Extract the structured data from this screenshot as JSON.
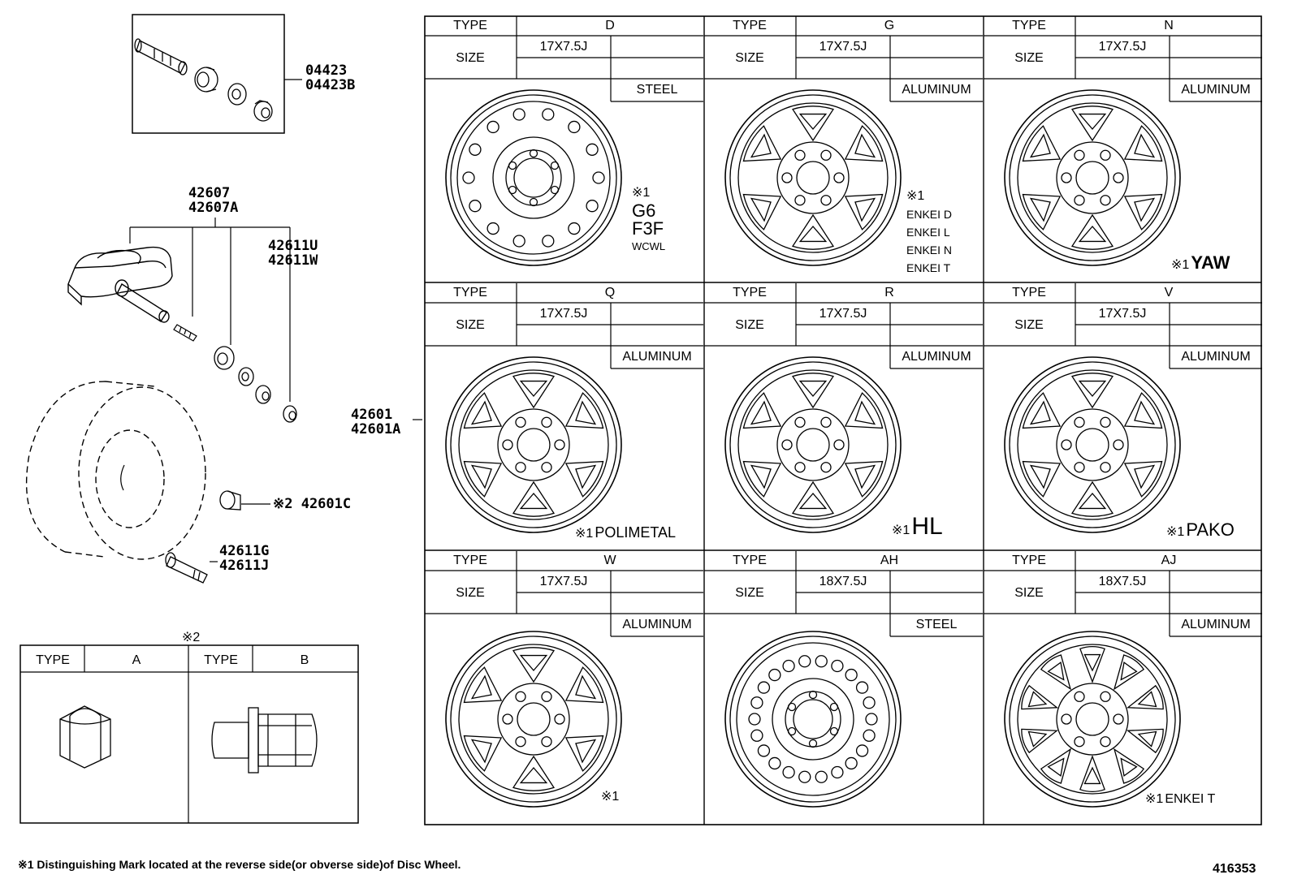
{
  "valve_kit": {
    "codes": [
      "04423",
      "04423B"
    ]
  },
  "sensor": {
    "codes_a": [
      "42607",
      "42607A"
    ],
    "codes_b": [
      "42611U",
      "42611W"
    ]
  },
  "parts": {
    "nut_ref": "※2 42601C",
    "valve_ref": [
      "42611G",
      "42611J"
    ],
    "wheel_ref": [
      "42601",
      "42601A"
    ]
  },
  "nut_table": {
    "note": "※2",
    "cols": [
      {
        "type_label": "TYPE",
        "type_value": "A"
      },
      {
        "type_label": "TYPE",
        "type_value": "B"
      }
    ]
  },
  "wheels": [
    {
      "type": "D",
      "size": "17X7.5J",
      "material": "STEEL",
      "marks": [
        "※1",
        "G6",
        "F3F",
        "WCWL"
      ]
    },
    {
      "type": "G",
      "size": "17X7.5J",
      "material": "ALUMINUM",
      "marks": [
        "※1",
        "ENKEI D",
        "ENKEI L",
        "ENKEI N",
        "ENKEI T"
      ]
    },
    {
      "type": "N",
      "size": "17X7.5J",
      "material": "ALUMINUM",
      "marks": [
        "※1",
        "YAW"
      ]
    },
    {
      "type": "Q",
      "size": "17X7.5J",
      "material": "ALUMINUM",
      "marks": [
        "※1",
        "POLIMETAL"
      ]
    },
    {
      "type": "R",
      "size": "17X7.5J",
      "material": "ALUMINUM",
      "marks": [
        "※1",
        "HL"
      ]
    },
    {
      "type": "V",
      "size": "17X7.5J",
      "material": "ALUMINUM",
      "marks": [
        "※1",
        "PAKO"
      ]
    },
    {
      "type": "W",
      "size": "17X7.5J",
      "material": "ALUMINUM",
      "marks": [
        "※1"
      ]
    },
    {
      "type": "AH",
      "size": "18X7.5J",
      "material": "STEEL",
      "marks": []
    },
    {
      "type": "AJ",
      "size": "18X7.5J",
      "material": "ALUMINUM",
      "marks": [
        "※1",
        "ENKEI T"
      ]
    }
  ],
  "labels": {
    "type": "TYPE",
    "size": "SIZE"
  },
  "footnote": "※1 Distinguishing Mark located at the reverse side(or obverse side)of Disc Wheel.",
  "figure_number": "416353"
}
